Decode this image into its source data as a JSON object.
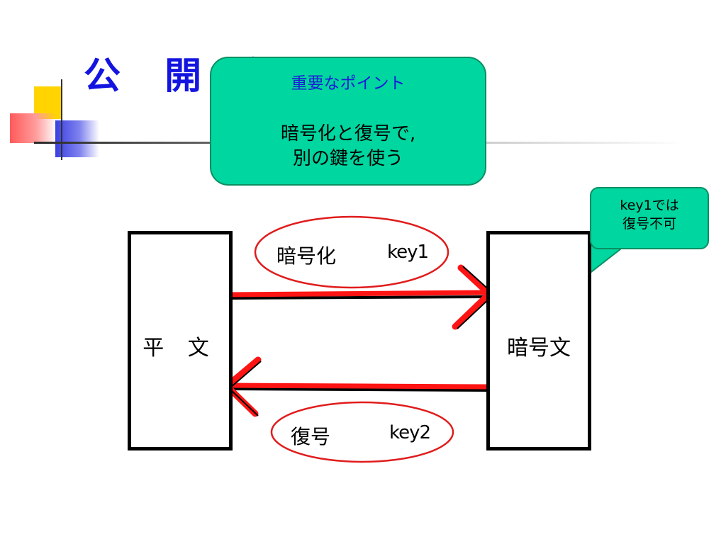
{
  "slide": {
    "title": "公 開 鍵"
  },
  "callout": {
    "title": "重要なポイント",
    "body": "暗号化と復号で,\n別の鍵を使う"
  },
  "diagram": {
    "plaintext_label": "平 文",
    "ciphertext_label": "暗号文",
    "encrypt": {
      "word": "暗号化",
      "key": "key1"
    },
    "decrypt": {
      "word": "復号",
      "key": "key2"
    },
    "note": "key1では\n復号不可"
  },
  "colors": {
    "title": "#1414e0",
    "callout_fill": "#00d69f",
    "arrow": "#ff1414",
    "ellipse": "#e01c1c"
  }
}
